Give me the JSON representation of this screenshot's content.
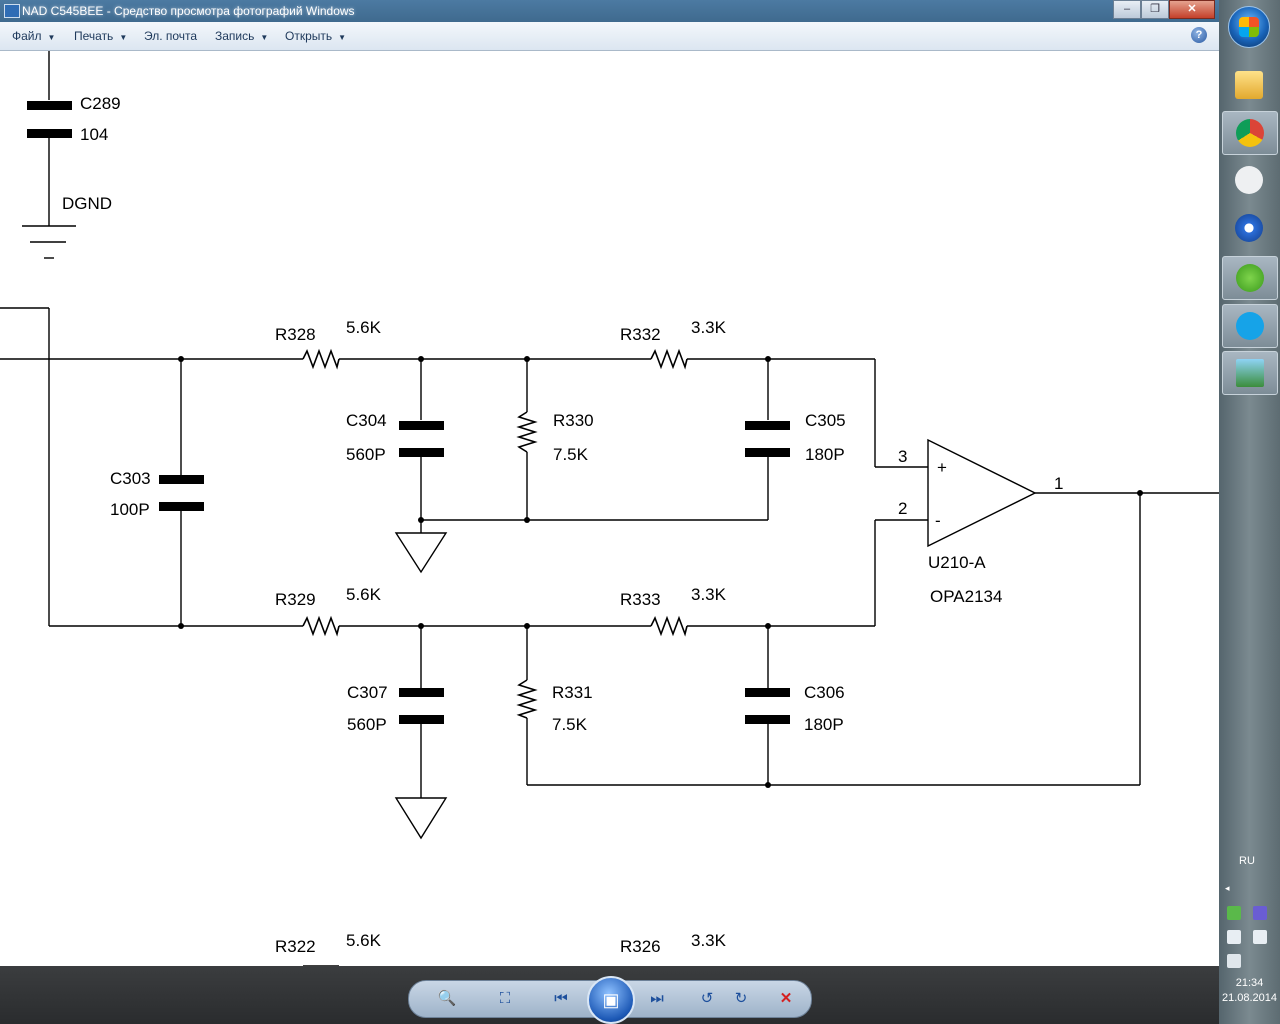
{
  "window": {
    "title": "NAD C545BEE - Средство просмотра фотографий Windows",
    "minimize": "–",
    "maximize": "❐",
    "close": "✕"
  },
  "menu": {
    "file": "Файл",
    "print": "Печать",
    "email": "Эл. почта",
    "burn": "Запись",
    "open": "Открыть",
    "help": "?"
  },
  "schematic": {
    "c289": "C289",
    "c289_val": "104",
    "dgnd": "DGND",
    "r328": "R328",
    "r328_val": "5.6K",
    "r332": "R332",
    "r332_val": "3.3K",
    "c304": "C304",
    "c304_val": "560P",
    "r330": "R330",
    "r330_val": "7.5K",
    "c305": "C305",
    "c305_val": "180P",
    "c303": "C303",
    "c303_val": "100P",
    "pin3": "3",
    "pin2": "2",
    "pin1": "1",
    "plus": "+",
    "minus": "-",
    "u210": "U210-A",
    "opamp": "OPA2134",
    "r329": "R329",
    "r329_val": "5.6K",
    "r333": "R333",
    "r333_val": "3.3K",
    "c307": "C307",
    "c307_val": "560P",
    "r331": "R331",
    "r331_val": "7.5K",
    "c306": "C306",
    "c306_val": "180P",
    "r322": "R322",
    "r322_val": "5.6K",
    "r326": "R326",
    "r326_val": "3.3K"
  },
  "controls": {
    "zoom": "🔍",
    "fit": "⛶",
    "prev": "⏮",
    "slideshow": "▣",
    "next": "⏭",
    "rotate_ccw": "↺",
    "rotate_cw": "↻",
    "delete": "✕"
  },
  "taskbar": {
    "language": "RU",
    "tray_arrow": "◂",
    "time": "21:34",
    "date": "21.08.2014"
  },
  "icons": [
    "windows-start-icon",
    "folder-icon",
    "chrome-icon",
    "foobar-icon",
    "chromium-icon",
    "utorrent-icon",
    "skype-icon",
    "photo-viewer-icon"
  ]
}
